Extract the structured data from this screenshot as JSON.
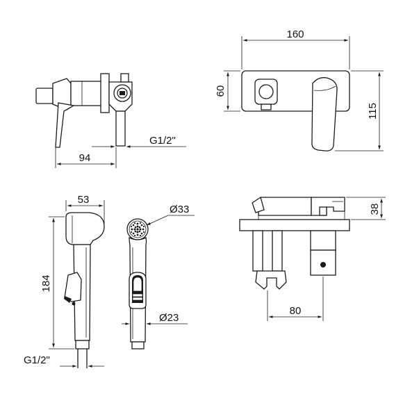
{
  "dimensions": {
    "valve_depth": "94",
    "valve_thread": "G1/2\"",
    "plate_width": "160",
    "plate_height": "60",
    "total_height": "115",
    "head_width": "53",
    "head_diameter": "Ø33",
    "handle_length": "184",
    "handle_diameter": "Ø23",
    "hose_thread": "G1/2\"",
    "top_depth": "38",
    "holder_spacing": "80"
  },
  "colors": {
    "line": "#1a1a1a",
    "background": "#ffffff"
  }
}
